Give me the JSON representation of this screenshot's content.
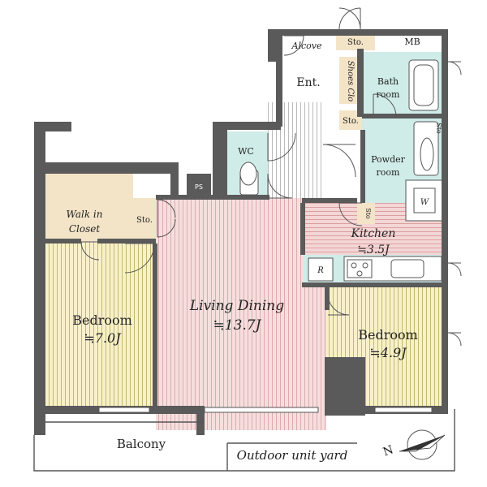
{
  "rooms": {
    "alcove": "Alcove",
    "sto_top": "Sto.",
    "mb": "MB",
    "ent": "Ent.",
    "shoes_clo": "Shoes Clo",
    "bath_line1": "Bath",
    "bath_line2": "room",
    "sto_bath": "Sto.",
    "sto_right": "Sto",
    "wc": "WC",
    "powder_line1": "Powder",
    "powder_line2": "room",
    "ps": "PS",
    "walk_line1": "Walk in",
    "walk_line2": "Closet",
    "sto_walk": "Sto.",
    "sto_kitchen": "Sto",
    "washer": "W",
    "kitchen_name": "Kitchen",
    "kitchen_size": "≒3.5J",
    "fridge": "R",
    "living_name": "Living Dining",
    "living_size": "≒13.7J",
    "bed_left_name": "Bedroom",
    "bed_left_size": "≒7.0J",
    "bed_right_name": "Bedroom",
    "bed_right_size": "≒4.9J",
    "balcony": "Balcony",
    "outdoor": "Outdoor unit yard"
  },
  "compass": {
    "label": "N"
  },
  "colors": {
    "wall": "#5a5a5a",
    "living_floor": "#f6dede",
    "living_stripe": "#d9a7a7",
    "bedroom_floor": "#f7f1c8",
    "bedroom_stripe": "#bfb06a",
    "kitchen_floor": "#f4d6d6",
    "kitchen_stripe": "#d79a9a",
    "closet_floor": "#f3e4c8",
    "wet_floor": "#cfece8",
    "hall_stripe": "#a8a8a8"
  }
}
